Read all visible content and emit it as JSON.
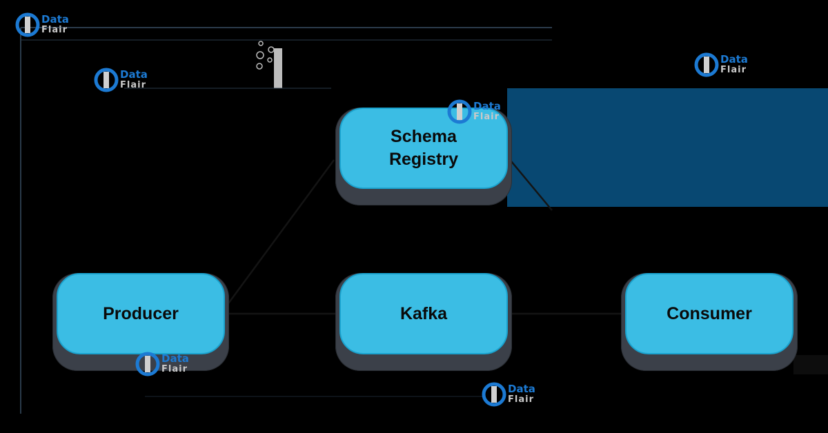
{
  "diagram": {
    "nodes": {
      "schema_registry": [
        "Schema",
        "Registry"
      ],
      "producer": "Producer",
      "kafka": "Kafka",
      "consumer": "Consumer"
    },
    "watermark": {
      "word1": "Data",
      "word2": "Flair"
    },
    "colors": {
      "node_face": "#3bbde4",
      "node_shadow": "#3b4049",
      "panel": "#084872",
      "watermark_blue": "#1c7ad3"
    }
  }
}
